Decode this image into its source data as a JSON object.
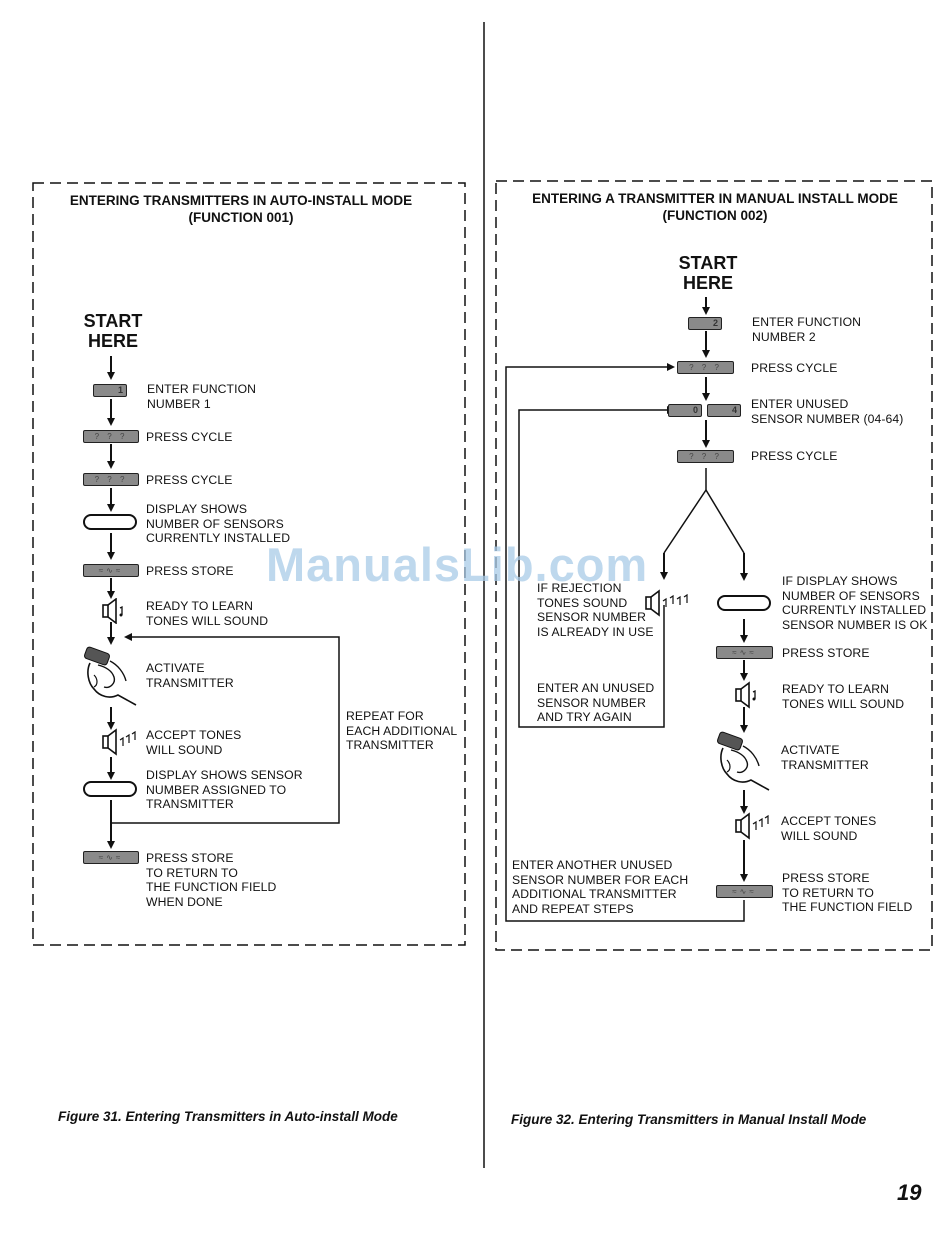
{
  "page_number": "19",
  "watermark": "ManualsLib.com",
  "left_figure": {
    "title": "ENTERING TRANSMITTERS IN AUTO-INSTALL MODE\n(FUNCTION 001)",
    "start": "START\nHERE",
    "key_function": "1",
    "key_cycle": "? ? ?",
    "steps": {
      "enter_function": "ENTER FUNCTION\nNUMBER 1",
      "press_cycle_1": "PRESS CYCLE",
      "press_cycle_2": "PRESS CYCLE",
      "display_shows": "DISPLAY SHOWS\nNUMBER OF SENSORS\nCURRENTLY INSTALLED",
      "press_store": "PRESS STORE",
      "ready_to_learn": "READY TO LEARN\nTONES WILL SOUND",
      "activate": "ACTIVATE\nTRANSMITTER",
      "accept_tones": "ACCEPT TONES\nWILL SOUND",
      "display_sensor": "DISPLAY SHOWS SENSOR\nNUMBER ASSIGNED TO\nTRANSMITTER",
      "repeat": "REPEAT FOR\nEACH ADDITIONAL\nTRANSMITTER",
      "press_store_done": "PRESS STORE\nTO RETURN TO\nTHE FUNCTION FIELD\nWHEN DONE"
    },
    "caption": "Figure 31. Entering Transmitters in Auto-install Mode"
  },
  "right_figure": {
    "title": "ENTERING A TRANSMITTER IN MANUAL INSTALL MODE\n(FUNCTION 002)",
    "start": "START\nHERE",
    "key_function": "2",
    "key_cycle": "? ? ?",
    "key_zero": "0",
    "key_four": "4",
    "steps": {
      "enter_function": "ENTER FUNCTION\nNUMBER 2",
      "press_cycle_1": "PRESS CYCLE",
      "enter_unused": "ENTER UNUSED\nSENSOR NUMBER (04-64)",
      "press_cycle_2": "PRESS CYCLE",
      "rejection": "IF REJECTION\nTONES SOUND\nSENSOR NUMBER\nIS ALREADY IN USE",
      "enter_try_again": "ENTER AN UNUSED\nSENSOR NUMBER\nAND TRY AGAIN",
      "display_ok": "IF DISPLAY SHOWS\nNUMBER OF SENSORS\nCURRENTLY INSTALLED\nSENSOR NUMBER IS OK",
      "press_store": "PRESS STORE",
      "ready_to_learn": "READY TO LEARN\nTONES WILL SOUND",
      "activate": "ACTIVATE\nTRANSMITTER",
      "accept_tones": "ACCEPT TONES\nWILL SOUND",
      "enter_another": "ENTER ANOTHER UNUSED\nSENSOR NUMBER FOR EACH\nADDITIONAL TRANSMITTER\nAND REPEAT STEPS",
      "press_store_return": "PRESS STORE\nTO RETURN TO\nTHE FUNCTION FIELD"
    },
    "caption": "Figure 32. Entering Transmitters in Manual Install Mode"
  }
}
